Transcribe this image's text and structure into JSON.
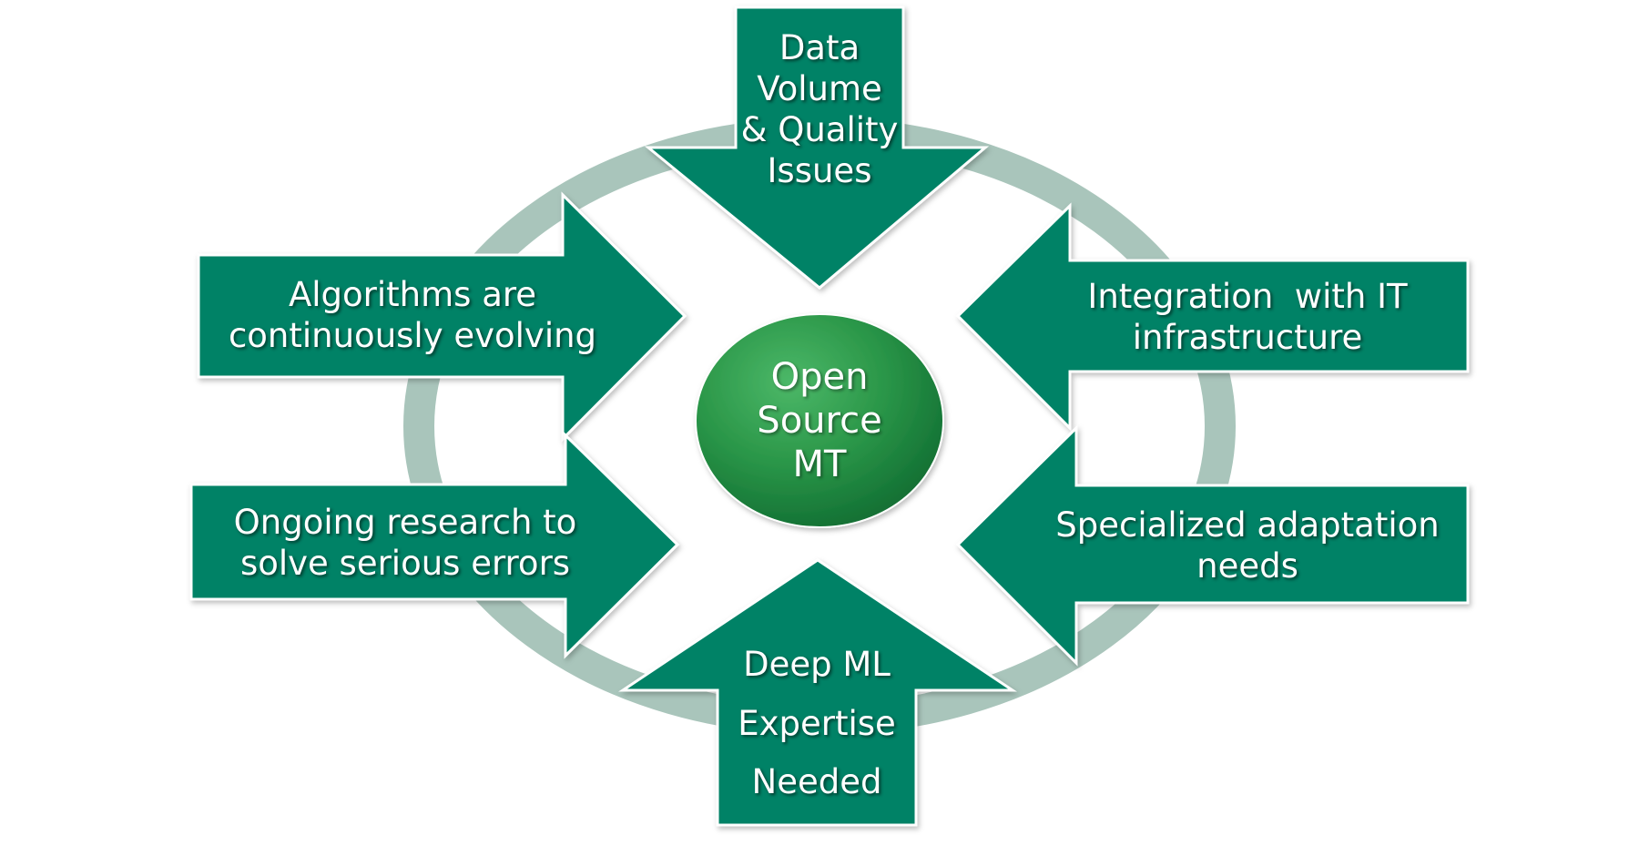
{
  "colors": {
    "arrow_fill": "#008266",
    "arrow_border": "#ffffff",
    "ring": "#a9c5bb",
    "center_light": "#3aa35a",
    "center_dark": "#16793a",
    "text": "#ffffff"
  },
  "center": {
    "lines": [
      "Open",
      "Source",
      "MT"
    ]
  },
  "arrows": {
    "top": {
      "lines": [
        "Data",
        "Volume",
        "& Quality",
        "Issues"
      ]
    },
    "left_upper": {
      "lines": [
        "Algorithms are",
        "continuously evolving"
      ]
    },
    "left_lower": {
      "lines": [
        "Ongoing research to",
        "solve serious errors"
      ]
    },
    "right_upper": {
      "lines": [
        "Integration  with IT",
        "infrastructure"
      ]
    },
    "right_lower": {
      "lines": [
        "Specialized adaptation",
        "needs"
      ]
    },
    "bottom": {
      "lines": [
        "Deep ML",
        "Expertise",
        "Needed"
      ]
    }
  }
}
